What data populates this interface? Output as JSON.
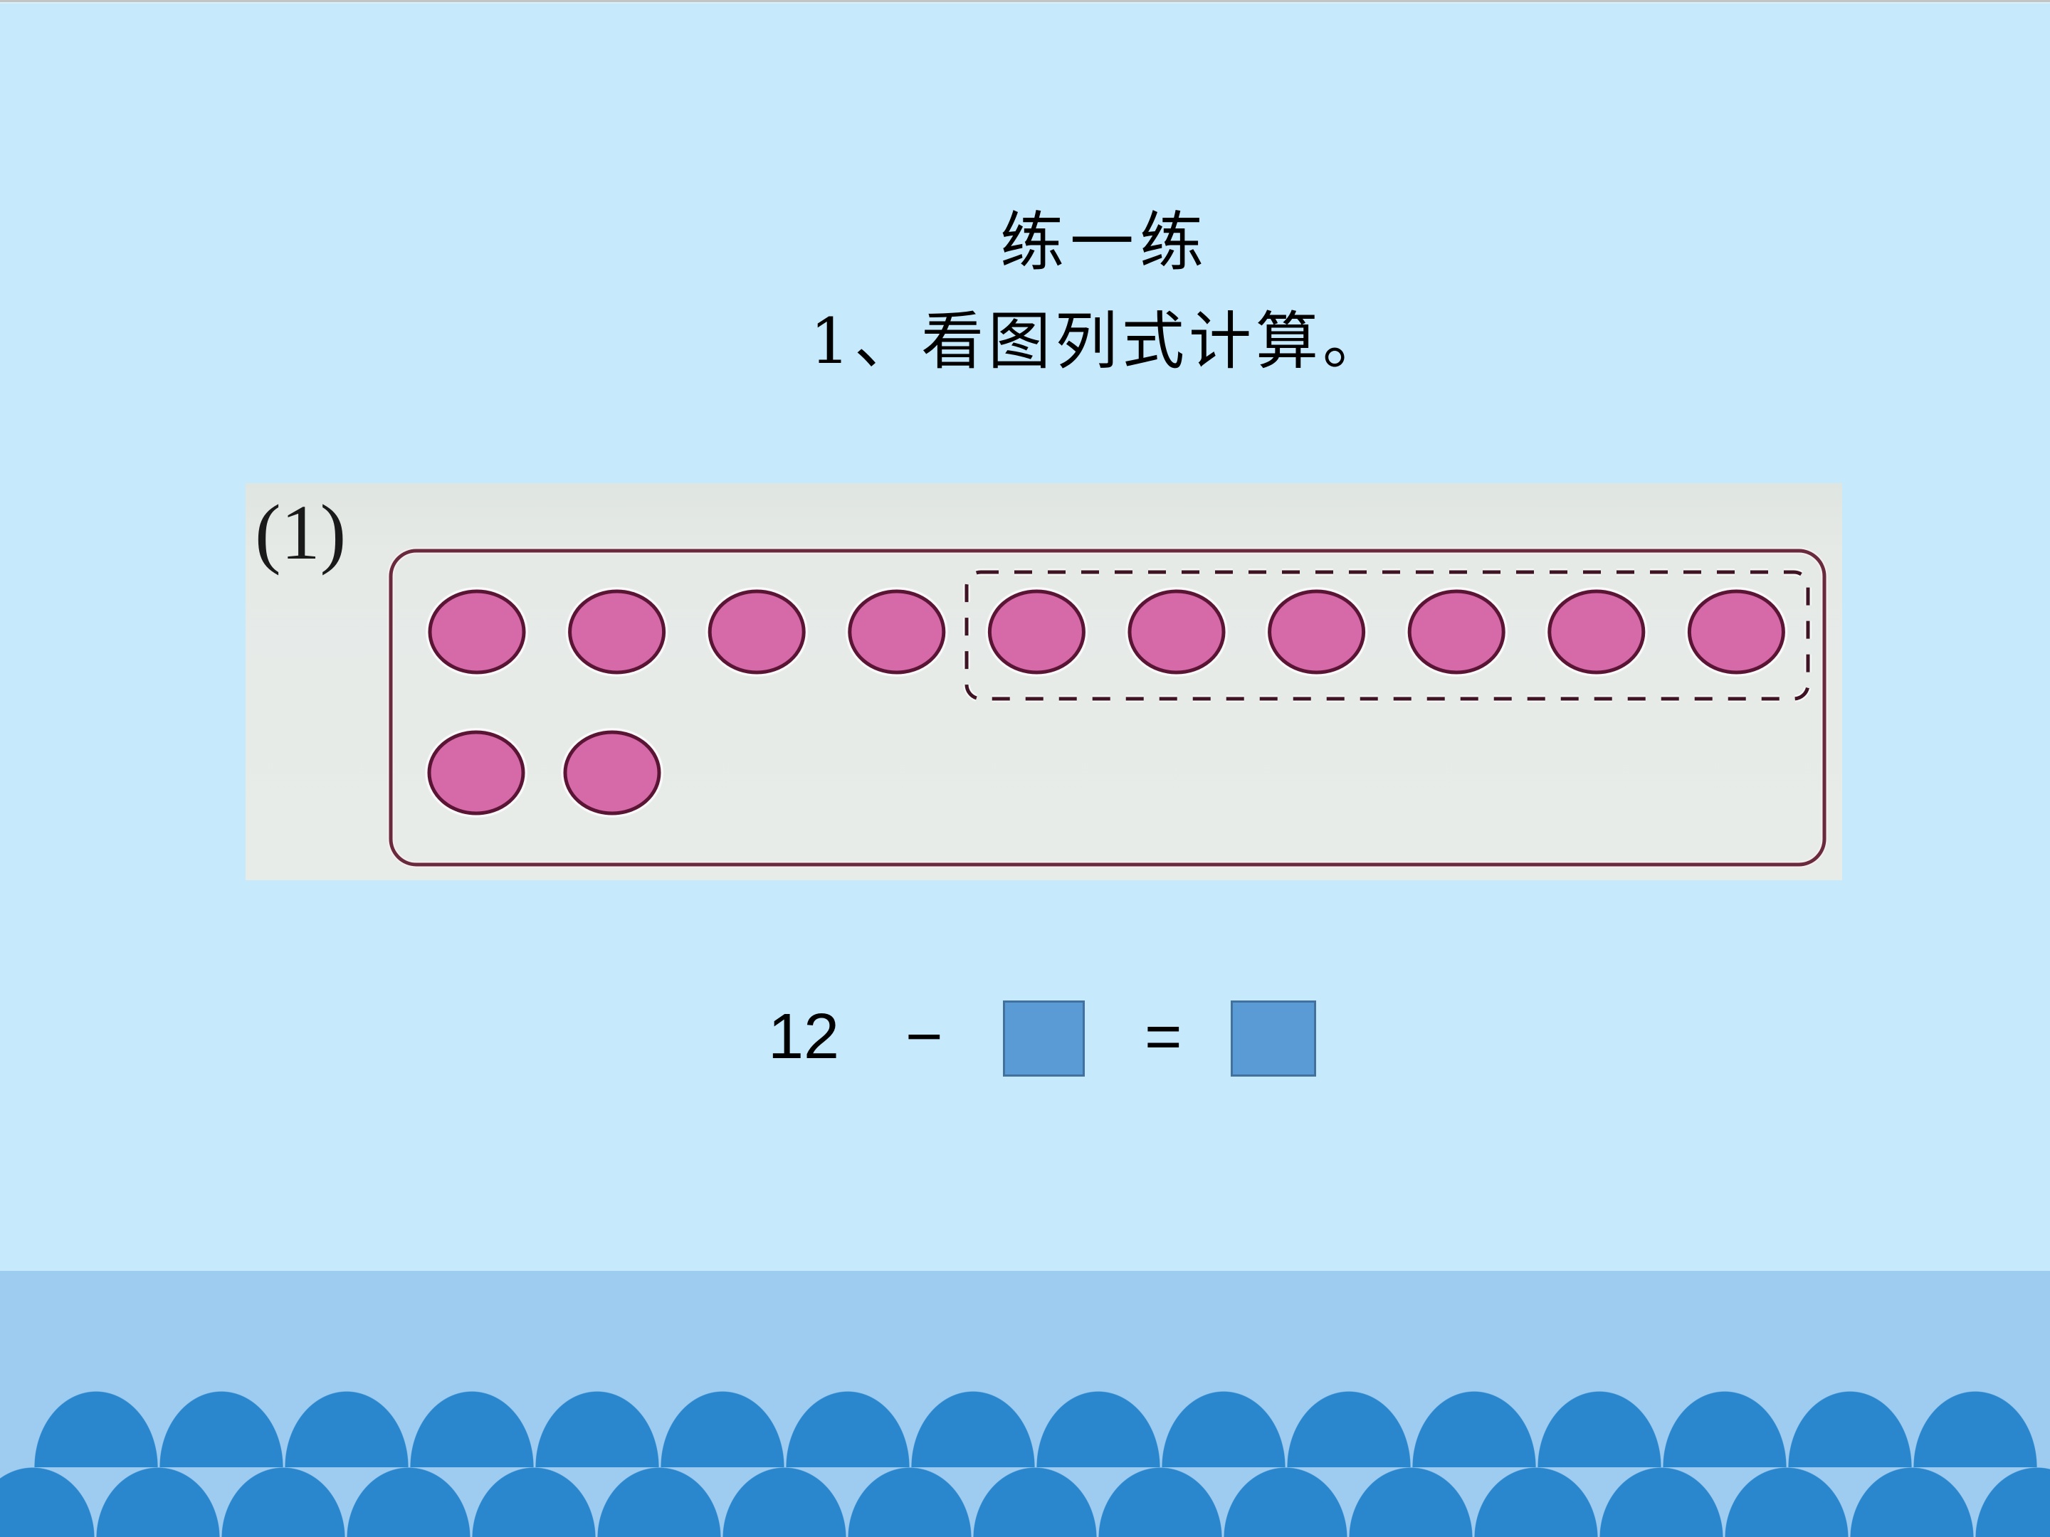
{
  "slide": {
    "heading": "练一练",
    "instruction": "1、看图列式计算。"
  },
  "figure": {
    "label": "(1)",
    "rows": [
      10,
      2
    ],
    "total_dots": 12,
    "dashed_group_count": 6,
    "dot_shape": "pink-oval"
  },
  "equation": {
    "minuend": "12",
    "operator": "−",
    "equals": "=",
    "answer_boxes": [
      {
        "value": ""
      },
      {
        "value": ""
      }
    ]
  },
  "colors": {
    "background": "#c6e9fb",
    "bottom_band": "#9ecbf0",
    "wave": "#2b87cd",
    "answer_box_fill": "#5b9bd5",
    "answer_box_border": "#41719c",
    "dot_fill": "#d66aa8",
    "dot_border": "#5a1535",
    "frame_border": "#6a2a3e",
    "photo_background": "#e6eae7"
  }
}
